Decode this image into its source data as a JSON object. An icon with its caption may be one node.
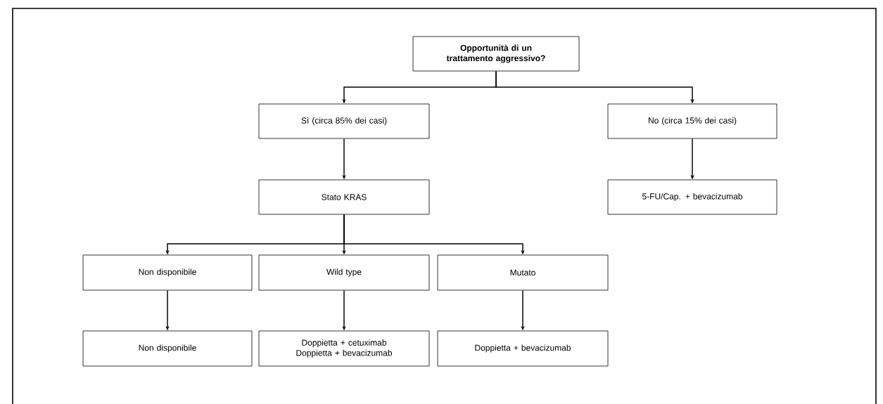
{
  "diagram": {
    "nodes": [
      {
        "text": [
          "Opportunità di un trattamento aggressivo?"
        ]
      },
      {
        "text": [
          "Sì (circa 85% dei casi)"
        ]
      },
      {
        "text": [
          "No (circa 15% dei casi)"
        ]
      },
      {
        "text": [
          "Stato KRAS"
        ]
      },
      {
        "text": [
          "5-FU/Cap. + bevacizumab"
        ]
      },
      {
        "text": [
          "Non disponibile"
        ]
      },
      {
        "text": [
          "Wild type"
        ]
      },
      {
        "text": [
          "Mutato"
        ]
      },
      {
        "text": [
          "Non disponibile"
        ]
      },
      {
        "text": [
          "Doppietta + cetuximab",
          "Doppietta + bevacizumab"
        ]
      },
      {
        "text": [
          "Doppietta + bevacizumab"
        ]
      }
    ],
    "edges": [
      {
        "from": 0,
        "to": 1,
        "arrow": "to"
      },
      {
        "from": 0,
        "to": 2,
        "arrow": "to"
      },
      {
        "from": 1,
        "to": 3,
        "arrow": "to"
      },
      {
        "from": 2,
        "to": 4,
        "arrow": "to"
      },
      {
        "from": 3,
        "to": 5,
        "arrow": "to"
      },
      {
        "from": 3,
        "to": 6,
        "arrow": "to"
      },
      {
        "from": 3,
        "to": 7,
        "arrow": "to"
      },
      {
        "from": 5,
        "to": 8,
        "arrow": "to"
      },
      {
        "from": 6,
        "to": 9,
        "arrow": "to"
      },
      {
        "from": 7,
        "to": 10,
        "arrow": "to"
      }
    ]
  }
}
